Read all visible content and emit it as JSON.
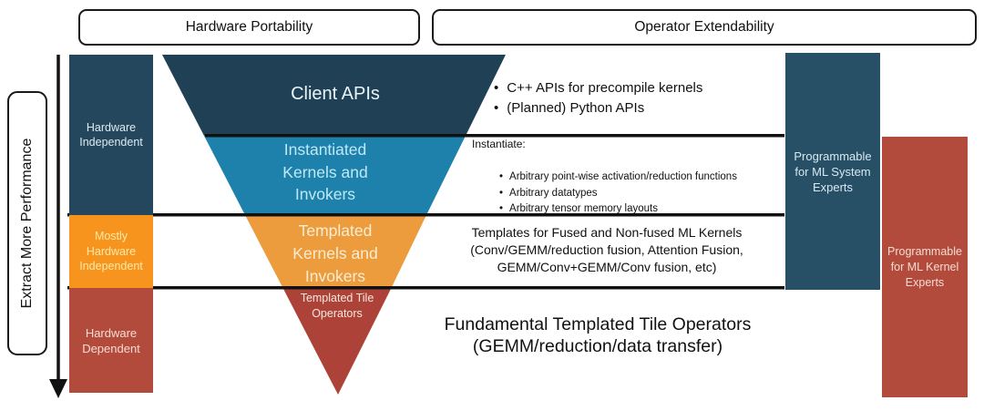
{
  "header": {
    "hardware_portability_label": "Hardware Portability",
    "operator_extendability_label": "Operator Extendability"
  },
  "axis": {
    "label": "Extract More Performance",
    "direction": "down"
  },
  "left_column": {
    "segments": [
      {
        "id": "hardware-independent",
        "label": "Hardware Independent",
        "color": "#25475d"
      },
      {
        "id": "mostly-hardware-independent",
        "label": "Mostly Hardware Independent",
        "color": "#f7941e"
      },
      {
        "id": "hardware-dependent",
        "label": "Hardware Dependent",
        "color": "#b34b3d"
      }
    ]
  },
  "funnel": {
    "levels": [
      {
        "id": "client-apis",
        "label": "Client APIs",
        "color": "#1f4055"
      },
      {
        "id": "instantiated-kernels",
        "label": "Instantiated Kernels and Invokers",
        "color": "#1e81ac"
      },
      {
        "id": "templated-kernels",
        "label": "Templated Kernels and Invokers",
        "color": "#ec9b3d"
      },
      {
        "id": "templated-tile-operators",
        "label": "Templated Tile Operators",
        "color": "#ad4238"
      }
    ]
  },
  "annotations": {
    "client_apis_bullets": [
      "C++ APIs for precompile kernels",
      "(Planned) Python APIs"
    ],
    "instantiate_title": "Instantiate:",
    "instantiate_bullets": [
      "Arbitrary point-wise activation/reduction functions",
      "Arbitrary datatypes",
      "Arbitrary tensor memory layouts"
    ],
    "templates_text": "Templates for Fused and Non-fused ML Kernels (Conv/GEMM/reduction fusion, Attention Fusion, GEMM/Conv+GEMM/Conv fusion, etc)",
    "fundamental_text": "Fundamental Templated Tile Operators (GEMM/reduction/data transfer)"
  },
  "right_columns": [
    {
      "id": "ml-system-experts",
      "label": "Programmable for ML System Experts",
      "color": "#275066"
    },
    {
      "id": "ml-kernel-experts",
      "label": "Programmable for ML Kernel Experts",
      "color": "#b34b3d"
    }
  ],
  "colors": {
    "navy": "#1f4055",
    "teal": "#1e81ac",
    "orange": "#f7941e",
    "red": "#b34b3d",
    "line": "#111111",
    "background": "#ffffff"
  }
}
